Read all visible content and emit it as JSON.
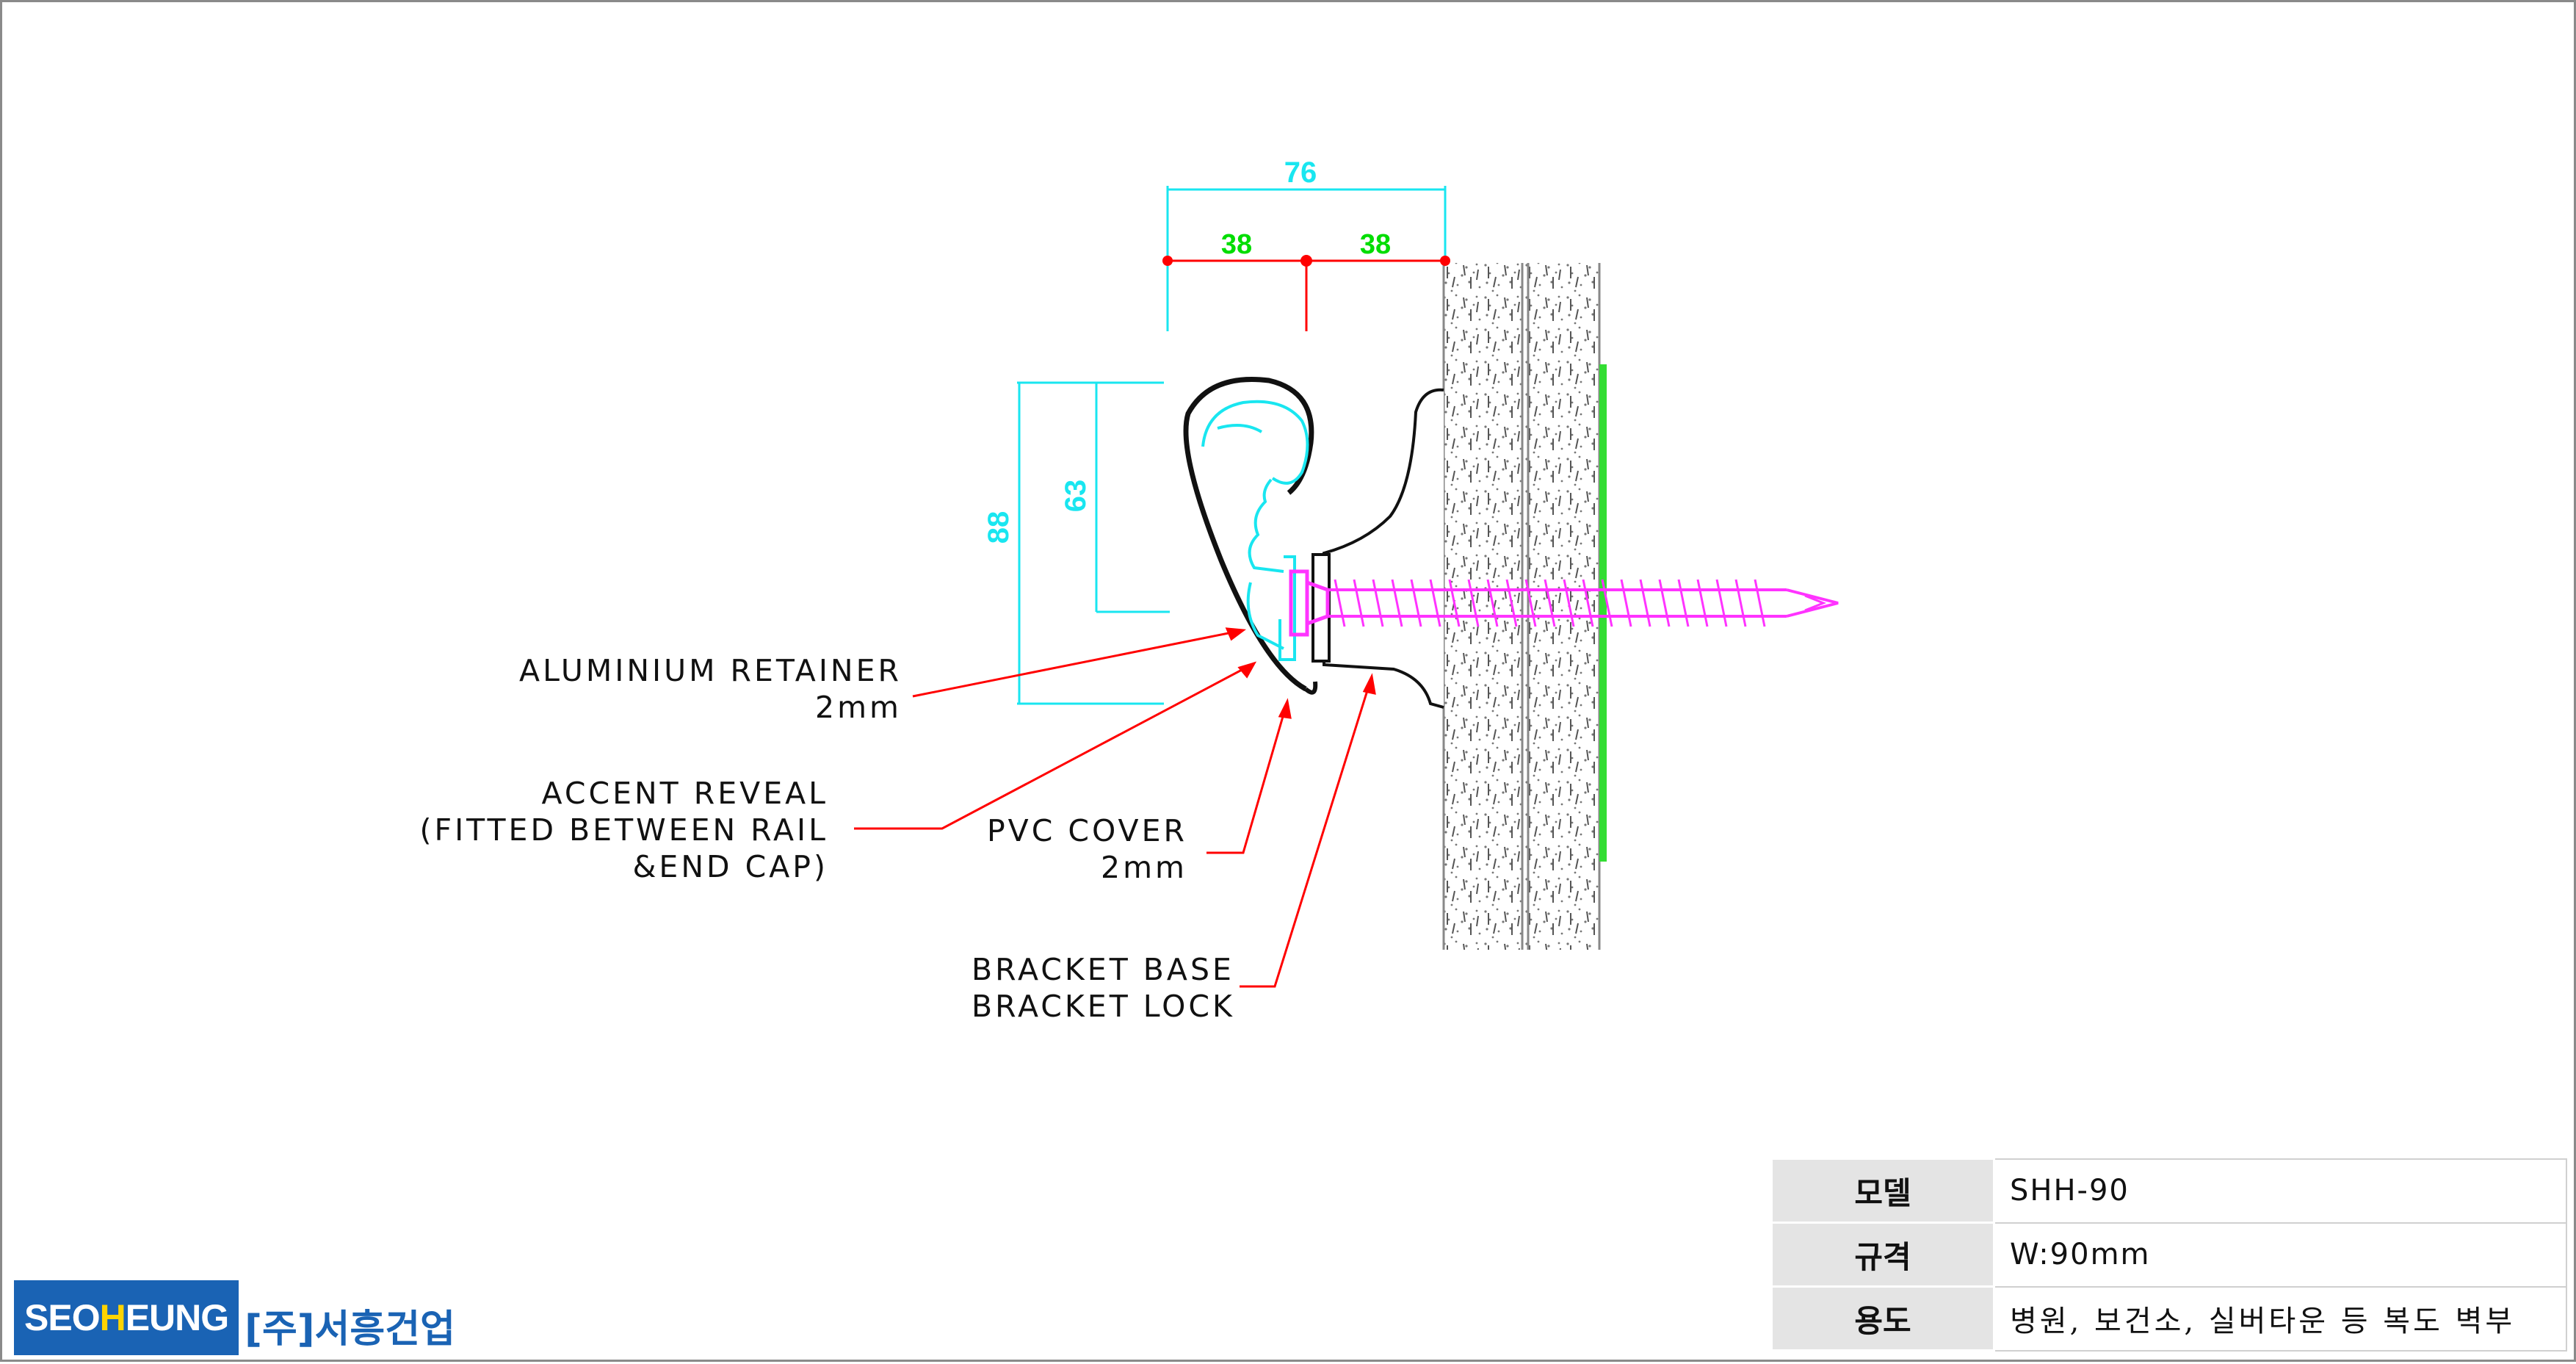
{
  "dimensions": {
    "overall_width": "76",
    "half_left": "38",
    "half_right": "38",
    "overall_height": "88",
    "inner_height": "63"
  },
  "callouts": {
    "aluminium_retainer": [
      "ALUMINIUM RETAINER",
      "2mm"
    ],
    "accent_reveal": [
      "ACCENT REVEAL",
      "(FITTED BETWEEN RAIL",
      "&END CAP)"
    ],
    "pvc_cover": [
      "PVC COVER",
      "2mm"
    ],
    "bracket": [
      "BRACKET BASE",
      "BRACKET LOCK"
    ]
  },
  "spec_table": {
    "model_label": "모델",
    "model_value": "SHH-90",
    "size_label": "규격",
    "size_value": "W:90mm",
    "use_label": "용도",
    "use_value": "병원, 보건소, 실버타운 등 복도 벽부"
  },
  "logo": {
    "brand_pre": "SEO",
    "brand_highlight": "H",
    "brand_post": "EUNG",
    "company_ko": "[주]서흥건업"
  },
  "colors": {
    "dimension": "#19e6f0",
    "dimension_sub": "#00dd00",
    "leader": "#ff0000",
    "screw": "#ff33ff",
    "adhesive": "#33dd33",
    "logo": "#1a63b4"
  }
}
